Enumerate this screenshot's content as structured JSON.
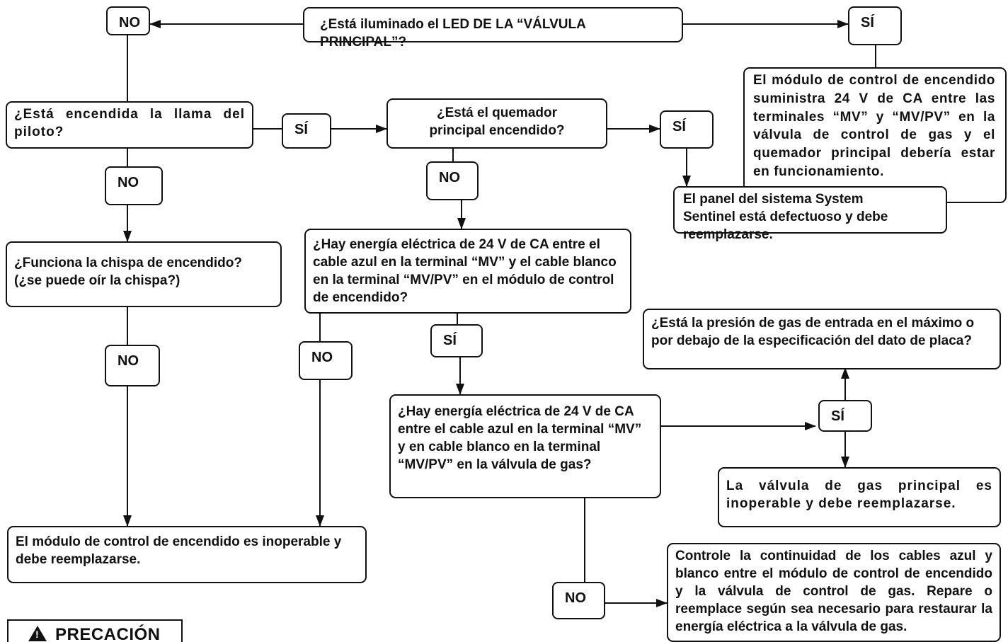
{
  "q_led": "¿Está iluminado el LED DE LA “VÁLVULA PRINCIPAL”?",
  "q_pilot": "¿Está encendida la llama del piloto?",
  "q_main_burner": "¿Está el quemador principal encendido?",
  "q_spark": "¿Funciona la chispa de encendido? (¿se puede oír la chispa?)",
  "q_voltage_module": "¿Hay energía eléctrica de 24 V de CA entre el cable azul en la terminal “MV” y el cable blanco en la terminal “MV/PV” en el módulo de control de encendido?",
  "q_voltage_valve": "¿Hay energía eléctrica de 24 V de CA entre el cable azul en la terminal “MV” y en cable blanco en la terminal “MV/PV” en la válvula de gas?",
  "q_gas_pressure": "¿Está la presión de gas de entrada en el máximo o por debajo de la especificación del dato de placa?",
  "r_module_supplies": "El módulo de control de encendido suministra 24 V de CA entre las terminales “MV” y “MV/PV” en la válvula de control de gas y el quemador principal debería estar en funcionamiento.",
  "r_panel_defective": "El panel del sistema System Sentinel está defectuoso y debe reemplazarse.",
  "r_valve_inoperable": "La válvula de gas principal es inoperable y debe reemplazarse.",
  "r_module_inoperable": "El módulo de control de encendido es inoperable y debe reemplazarse.",
  "r_check_wiring": "Controle la continuidad de los cables azul y blanco entre el módulo de control de encendido y la válvula de control de gas. Repare o reemplace según sea necesario para restaurar la energía eléctrica a la válvula de gas.",
  "labels": {
    "yes": "SÍ",
    "no": "NO"
  },
  "caution": {
    "title": "PRECACIÓN",
    "icon": "warning-triangle-icon"
  },
  "colors": {
    "ink": "#111111",
    "background": "#ffffff"
  }
}
